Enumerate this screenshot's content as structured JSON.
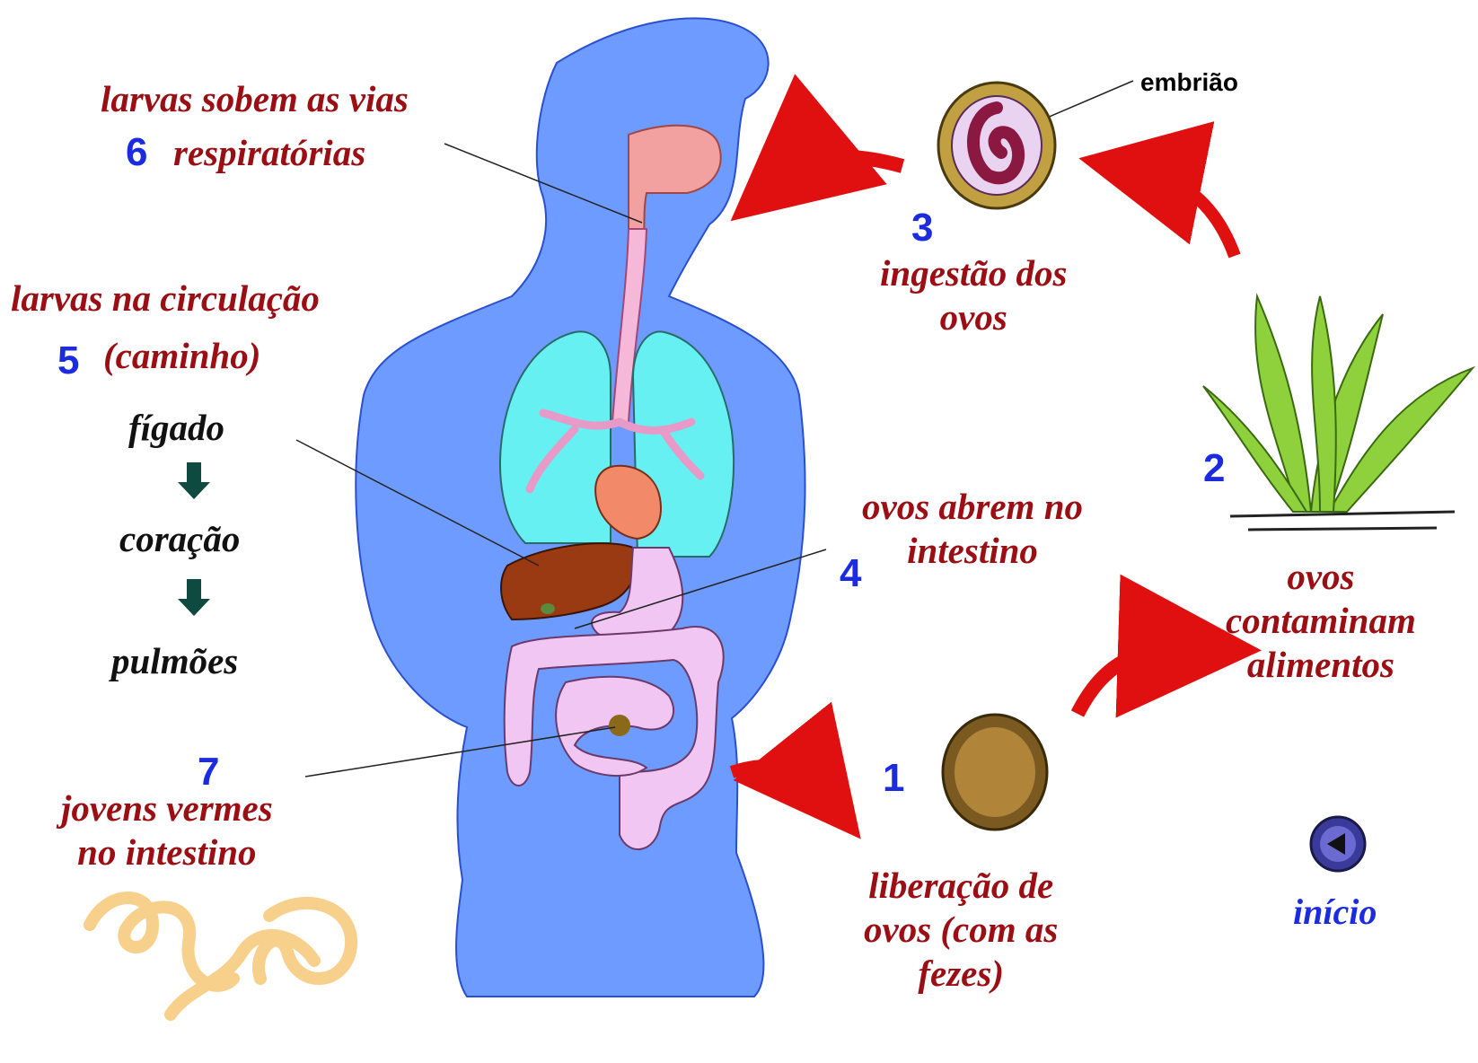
{
  "steps": {
    "s1": {
      "number": "1",
      "lines": [
        "liberação de",
        "ovos (com as",
        "fezes)"
      ]
    },
    "s2": {
      "number": "2",
      "lines": [
        "ovos",
        "contaminam",
        "alimentos"
      ]
    },
    "s3": {
      "number": "3",
      "lines": [
        "ingestão dos",
        "ovos"
      ]
    },
    "s4": {
      "number": "4",
      "lines": [
        "ovos abrem no",
        "intestino"
      ]
    },
    "s5": {
      "number": "5",
      "lines": [
        "larvas na circulação",
        "(caminho)"
      ]
    },
    "s6": {
      "number": "6",
      "lines": [
        "larvas sobem as vias",
        "respiratórias"
      ]
    },
    "s7": {
      "number": "7",
      "lines": [
        "jovens vermes",
        "no intestino"
      ]
    }
  },
  "path": [
    "fígado",
    "coração",
    "pulmões"
  ],
  "embryo_label": "embrião",
  "nav": {
    "home_label": "início"
  },
  "colors": {
    "label_red": "#9b0f14",
    "number_blue": "#1a2be0",
    "body_blue": "#6e9bff",
    "lungs": "#66f0f2",
    "intestine": "#f2c6f2",
    "liver": "#9a3a12",
    "arrow_red": "#e01010",
    "plant_green": "#8fd13c",
    "worm": "#f7d08c"
  }
}
